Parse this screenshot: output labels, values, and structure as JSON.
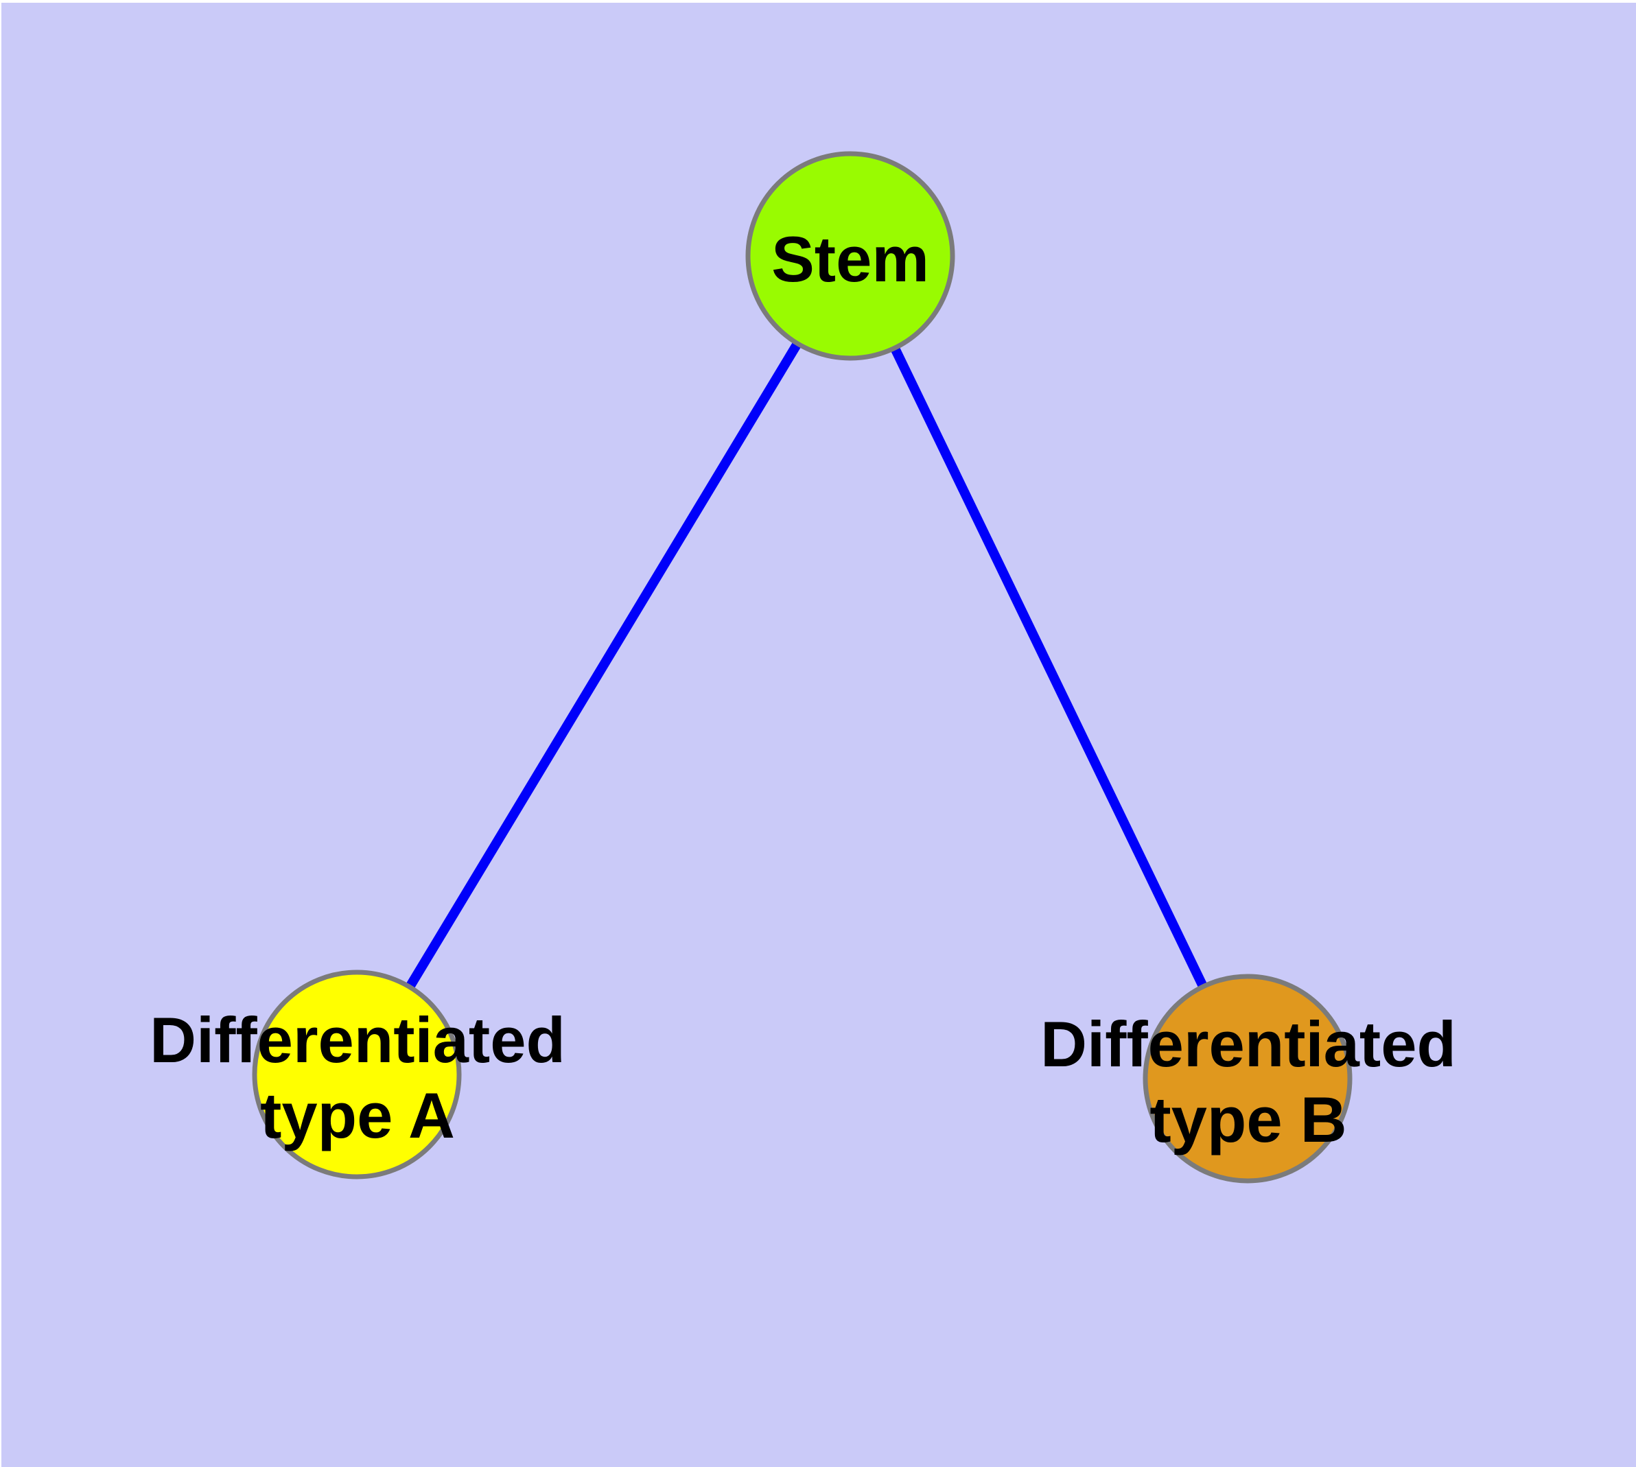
{
  "diagram": {
    "title": "",
    "background_color": "#cacaf8",
    "text_color": "#000000",
    "node_border_color": "#7b7b7b",
    "edge_color": "#0000fa",
    "node_shape": "circle",
    "nodes": [
      {
        "id": "stem",
        "label": "Stem",
        "fill": "#99fb01"
      },
      {
        "id": "differentiated-type-a",
        "label_line1": "Differentiated",
        "label_line2": "type A",
        "fill": "#ffff00"
      },
      {
        "id": "differentiated-type-b",
        "label_line1": "Differentiated",
        "label_line2": "type B",
        "fill": "#e0981e"
      }
    ],
    "edges": [
      {
        "from": "stem",
        "to": "differentiated-type-a"
      },
      {
        "from": "stem",
        "to": "differentiated-type-b"
      }
    ]
  }
}
